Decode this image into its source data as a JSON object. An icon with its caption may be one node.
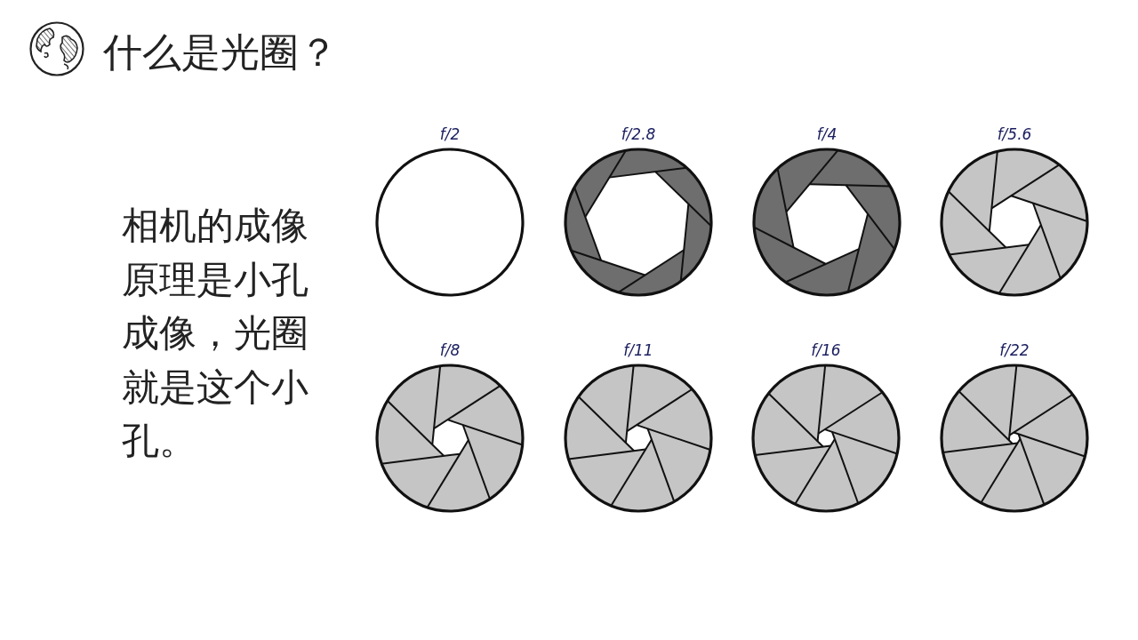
{
  "diagram": {
    "title": "什么是光圈？",
    "nodes": [
      {
        "text": [
          "f/2"
        ]
      },
      {
        "text": [
          "f/2.8"
        ]
      },
      {
        "text": [
          "f/4"
        ]
      },
      {
        "text": [
          "f/5.6"
        ]
      },
      {
        "text": [
          "f/8"
        ]
      },
      {
        "text": [
          "f/11"
        ]
      },
      {
        "text": [
          "f/16"
        ]
      },
      {
        "text": [
          "f/22"
        ]
      }
    ],
    "labels": [
      "相机的成像原理是小孔成像，光圈就是这个小孔。"
    ]
  }
}
